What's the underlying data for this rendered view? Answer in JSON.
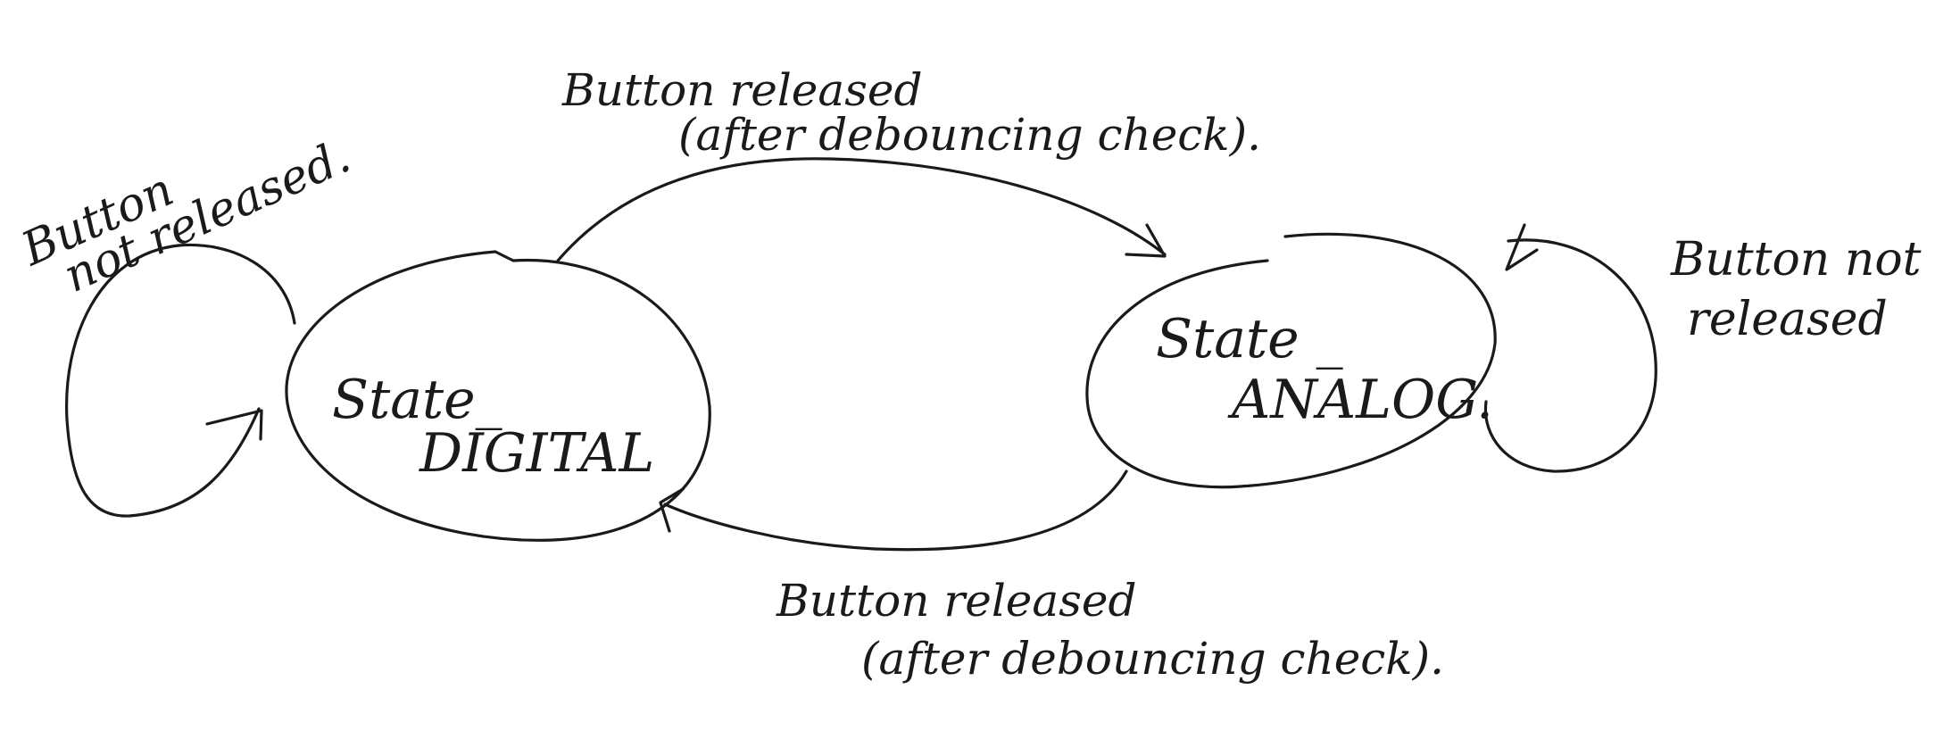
{
  "states": {
    "digital": {
      "line1": "State_",
      "line2": "DIGITAL"
    },
    "analog": {
      "line1": "State _",
      "line2": "ANALOG."
    }
  },
  "transitions": {
    "digital_to_analog": {
      "line1": "Button released",
      "line2": "(after debouncing check)."
    },
    "analog_to_digital": {
      "line1": "Button released",
      "line2": "(after debouncing check)."
    },
    "digital_self": {
      "line1": "Button",
      "line2": "not released."
    },
    "analog_self": {
      "line1": "Button not",
      "line2": "released"
    }
  },
  "colors": {
    "ink": "#1a1a1a",
    "paper": "#ffffff"
  }
}
